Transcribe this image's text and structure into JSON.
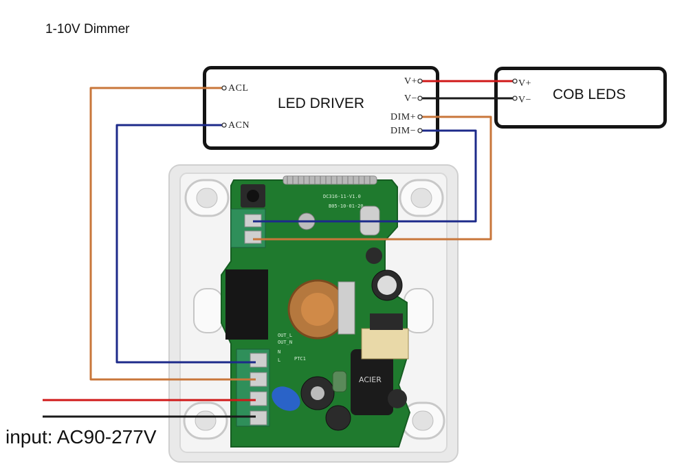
{
  "title": "1-10V Dimmer",
  "input_label": "input: AC90-277V",
  "driver": {
    "name": "LED DRIVER",
    "terminals": {
      "acl": "ACL",
      "acn": "ACN",
      "vplus": "V+",
      "vminus": "V−",
      "dimplus": "DIM+",
      "dimminus": "DIM−"
    }
  },
  "cob": {
    "name": "COB LEDS",
    "terminals": {
      "vplus": "V+",
      "vminus": "V−"
    }
  },
  "board": {
    "silkscreen_1": "DC316-11-V1.0",
    "silkscreen_2": "B05-10-01-20",
    "out_l": "OUT_L",
    "out_n": "OUT_N",
    "n": "N",
    "l": "L",
    "ptc": "PTC1"
  },
  "colors": {
    "orange_wire": "#c8763a",
    "blue_wire": "#1c2a8a",
    "red_wire": "#d01818",
    "black_wire": "#1a1a1a",
    "pcb": "#1f7a2e",
    "plate": "#ececec"
  }
}
